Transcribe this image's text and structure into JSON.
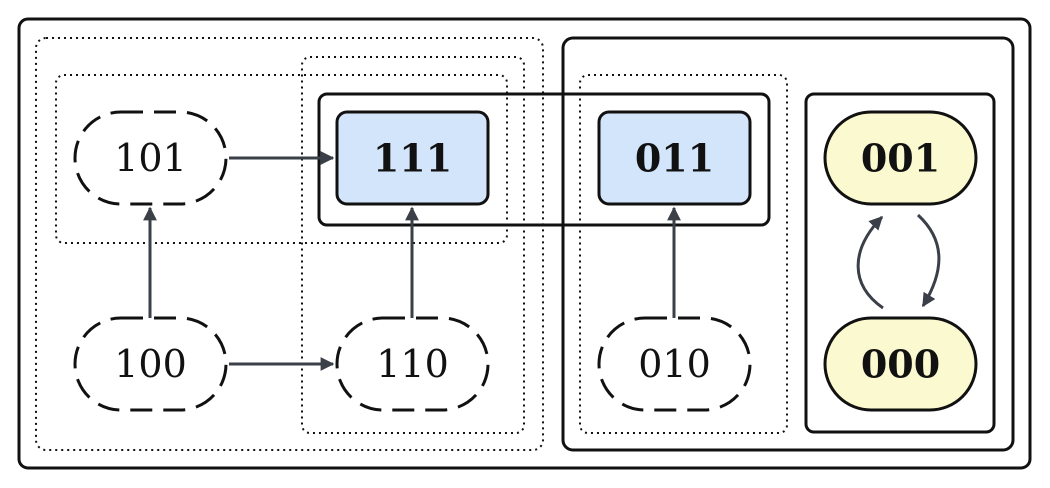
{
  "colors": {
    "stroke": "#111111",
    "edge": "#3a3f48",
    "blue_fill": "#d3e5fb",
    "yellow_fill": "#fbf9cf"
  },
  "nodes": {
    "n101": "101",
    "n111": "111",
    "n011": "011",
    "n001": "001",
    "n100": "100",
    "n110": "110",
    "n010": "010",
    "n000": "000"
  }
}
